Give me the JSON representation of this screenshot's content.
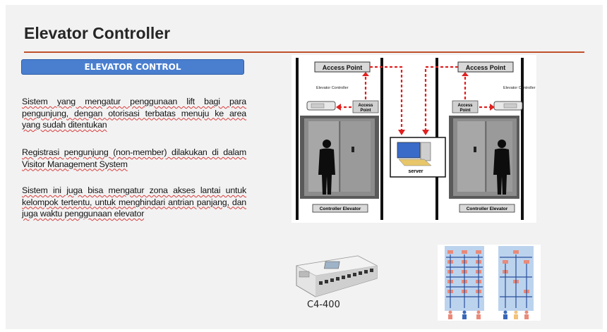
{
  "slide": {
    "title": "Elevator Controller",
    "badge": "ELEVATOR CONTROL",
    "paragraphs": [
      "Sistem yang mengatur penggunaan lift  bagi para pengunjung, dengan otorisasi  terbatas menuju ke area yang sudah  ditentukan",
      "Registrasi pengunjung (non-member)  dilakukan di dalam Visitor Management  System",
      "Sistem ini juga bisa mengatur zona akses  lantai untuk kelompok tertentu, untuk  menghindari antrian panjang, dan juga  waktu penggunaan elevator"
    ]
  },
  "diagram": {
    "left_access_point": "Access Point",
    "right_access_point": "Access Point",
    "left_controller_label": "Elevator Controller",
    "right_controller_label": "Elevator Controller",
    "left_ap_small_line1": "Access",
    "left_ap_small_line2": "Point",
    "right_ap_small_line1": "Access",
    "right_ap_small_line2": "Point",
    "server_label": "server",
    "left_footer": "Controller Elevator",
    "right_footer": "Controller Elevator"
  },
  "device": {
    "label": "C4-400"
  },
  "colors": {
    "title_rule": "#c0502a",
    "badge": "#4a7fd0",
    "arrow": "#e02020"
  }
}
